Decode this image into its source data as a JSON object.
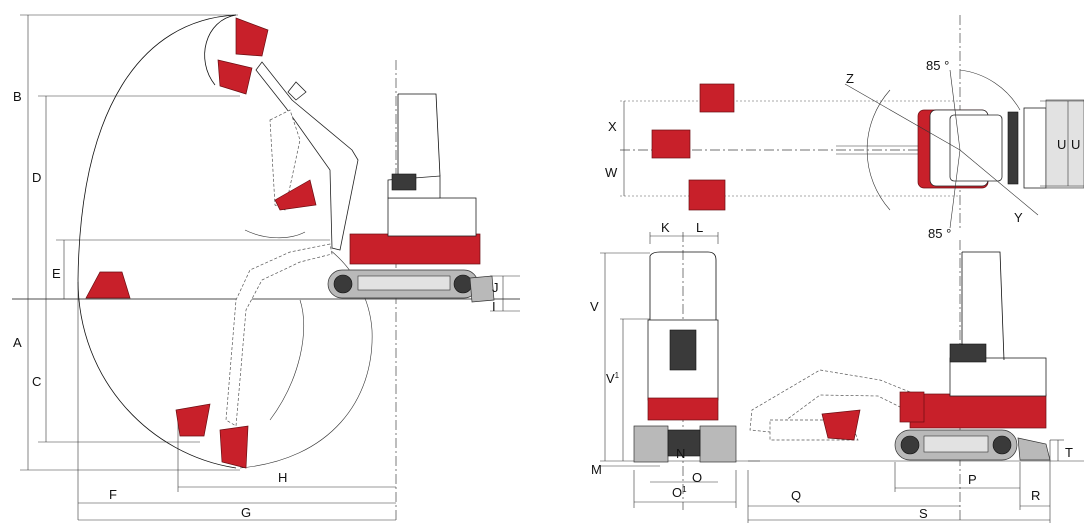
{
  "labels": {
    "A": "A",
    "B": "B",
    "C": "C",
    "D": "D",
    "E": "E",
    "F": "F",
    "G": "G",
    "H": "H",
    "I": "I",
    "J": "J",
    "K": "K",
    "L": "L",
    "M": "M",
    "N": "N",
    "O": "O",
    "O1": "O",
    "O1_sup": "1",
    "P": "P",
    "Q": "Q",
    "R": "R",
    "S": "S",
    "T": "T",
    "U1": "U",
    "U2": "U",
    "V": "V",
    "V1": "V",
    "V1_sup": "1",
    "W": "W",
    "X": "X",
    "Y": "Y",
    "Z": "Z",
    "angle_top": "85 °",
    "angle_bottom": "85 °"
  },
  "colors": {
    "accent": "#c8202a",
    "line": "#111111",
    "track": "#b9b9b9"
  }
}
